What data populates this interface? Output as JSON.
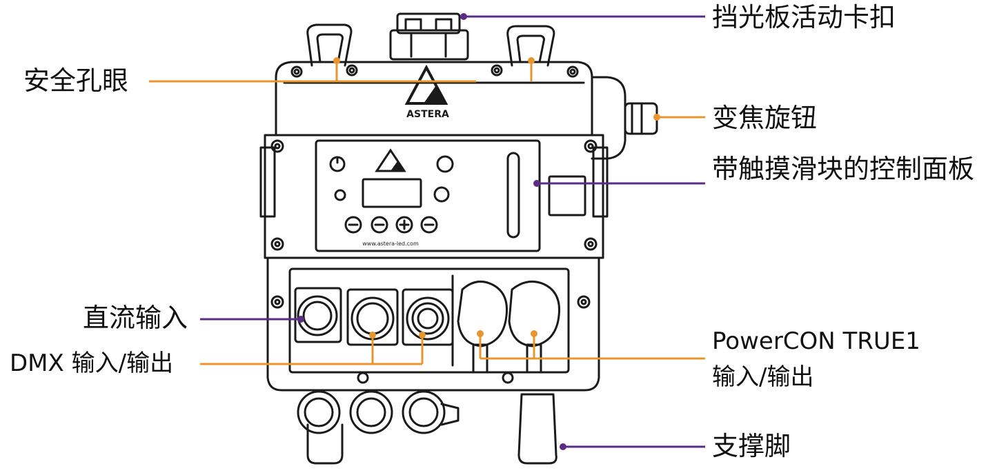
{
  "labels": {
    "barn_door_clip": "挡光板活动卡扣",
    "safety_eyelets": "安全孔眼",
    "zoom_knob": "变焦旋钮",
    "control_panel": "带触摸滑块的控制面板",
    "dc_input": "直流输入",
    "dmx_io": "DMX 输入/输出",
    "powercon_line1": "PowerCON TRUE1",
    "powercon_line2": "输入/输出",
    "support_feet": "支撑脚"
  },
  "device": {
    "logo_text": "ASTERA",
    "url_text": "www.astera-led.com"
  },
  "colors": {
    "orange": "#E8952E",
    "purple": "#5B2C83",
    "outline": "#1a1a1a"
  }
}
